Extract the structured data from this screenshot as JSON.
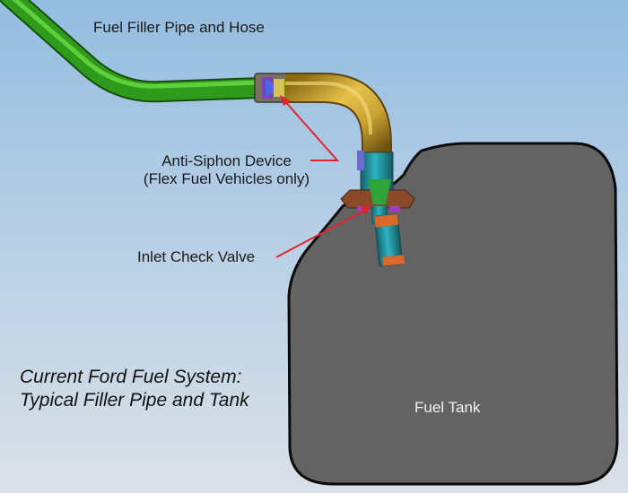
{
  "diagram": {
    "title_lines": [
      "Current Ford Fuel System:",
      "Typical Filler Pipe and Tank"
    ],
    "labels": {
      "filler_pipe": "Fuel Filler Pipe and Hose",
      "anti_siphon_line1": "Anti-Siphon Device",
      "anti_siphon_line2": "(Flex Fuel Vehicles only)",
      "inlet_check_valve": "Inlet Check Valve",
      "fuel_tank": "Fuel Tank"
    },
    "colors": {
      "background_top": "#94bde0",
      "background_bottom": "#d9dfe6",
      "filler_pipe": "#2f9a1c",
      "hose_elbow": "#c8a232",
      "tank_fill": "#636363",
      "tank_outline": "#0a0a0a",
      "valve_body": "#1f8f9a",
      "valve_accent": "#d8692a",
      "anti_siphon": "#5a55d8",
      "leader_line": "#e0262a"
    }
  }
}
